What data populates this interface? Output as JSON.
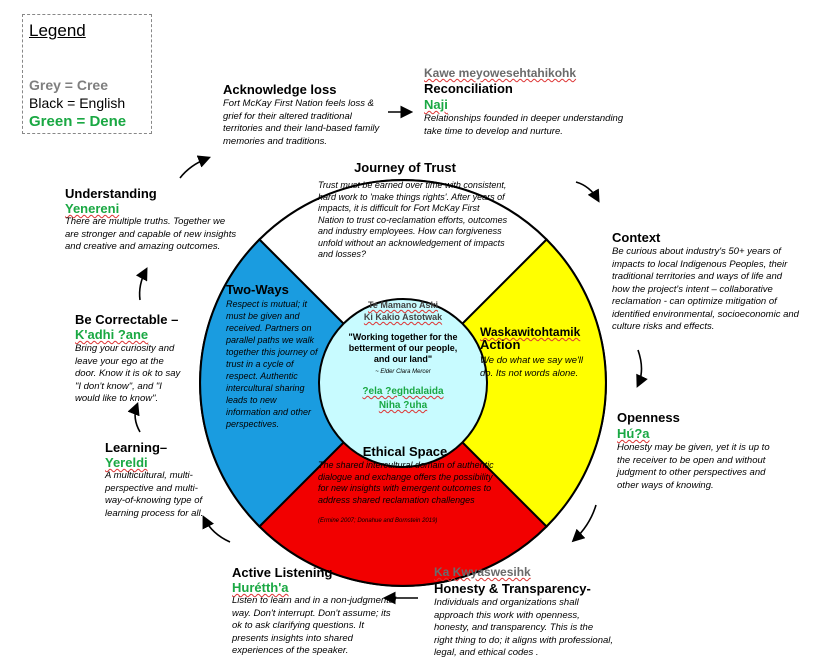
{
  "legend": {
    "title": "Legend",
    "grey": "Grey = Cree",
    "black": "Black = English",
    "green": "Green = Dene"
  },
  "outer": {
    "acknowledge": {
      "title": "Acknowledge loss",
      "body": "Fort McKay First Nation feels loss & grief for their altered traditional territories and their land-based family memories and traditions."
    },
    "reconciliation": {
      "cree": "Kawe meyowesehtahikohk",
      "title": "Reconciliation",
      "dene": "Naji",
      "body": "Relationships founded in deeper understanding take time to develop and nurture."
    },
    "context": {
      "title": "Context",
      "body": "Be curious about industry's 50+ years of impacts to local Indigenous Peoples, their traditional territories and ways of life and how the project's intent – collaborative reclamation - can optimize mitigation of identified environmental, socioeconomic and culture risks and effects."
    },
    "openness": {
      "title": "Openness",
      "dene": "Hú?a",
      "body": "Honesty may be given, yet it is up to the receiver to be open and without judgment to other perspectives and other ways of knowing."
    },
    "honesty": {
      "cree": "Ka Kwyaswesihk",
      "title": "Honesty & Transparency-",
      "body": "Individuals and organizations shall approach this work with openness, honesty, and transparency. This is the right thing to do; it aligns with professional,  legal, and ethical codes ."
    },
    "listening": {
      "title": "Active Listening",
      "dene": "Hurétth'a",
      "body": "Listen to learn and in a non-judgmental way. Don't interrupt. Don't assume; its ok to ask clarifying questions. It presents insights into shared experiences of the speaker."
    },
    "learning": {
      "title": "Learning–",
      "dene": "Yereldi",
      "body": "A multicultural, multi-perspective and multi-way-of-knowing type of learning process for all."
    },
    "correctable": {
      "title": "Be Correctable –",
      "dene": "K'adhi ?ane",
      "body": "Bring your curiosity and leave your ego at the door. Know it is ok to say \"I don't know\", and \"I would like to know\"."
    },
    "understanding": {
      "title": "Understanding",
      "dene": "Yenereni",
      "body": "There are multiple truths. Together we are stronger and capable of new insights and creative and amazing outcomes."
    }
  },
  "circle": {
    "journey": {
      "title": "Journey of Trust",
      "body": "Trust must be earned over time with consistent, hard work to 'make things rights'. After years of impacts, it is difficult for Fort McKay First Nation to trust co-reclamation efforts, outcomes and industry employees. How can forgiveness unfold without an acknowledgement of impacts and losses?"
    },
    "twoways": {
      "title": "Two-Ways",
      "body": "Respect is mutual; it must be given and received. Partners on parallel paths we walk together this journey of trust in a cycle of respect.  Authentic intercultural sharing leads to new information and other perspectives."
    },
    "action": {
      "cree": "Waskawitohtamik",
      "title": "Action",
      "body": "We do what we say we'll do. Its not words alone."
    },
    "ethical": {
      "title": "Ethical Space",
      "body": "The shared intercultural domain of authentic dialogue and exchange offers the possibility for new insights with emergent outcomes to address shared reclamation challenges",
      "cite": "(Ermine 2007; Donahue and Bornstein 2019)"
    },
    "center": {
      "cree1": "Te Mamano Aski",
      "cree2": "Ki Kakio Astotwak",
      "quote": "\"Working together for the betterment of our people, and our land\"",
      "attribution": "~ Elder Clara Mercer",
      "dene1": "?ela ?eghdalaida",
      "dene2": "Niha ?uha"
    }
  },
  "colors": {
    "blue": "#1a9ce0",
    "yellow": "#ffff00",
    "red": "#f20000",
    "center": "#c8fbff",
    "green": "#1aa843"
  }
}
